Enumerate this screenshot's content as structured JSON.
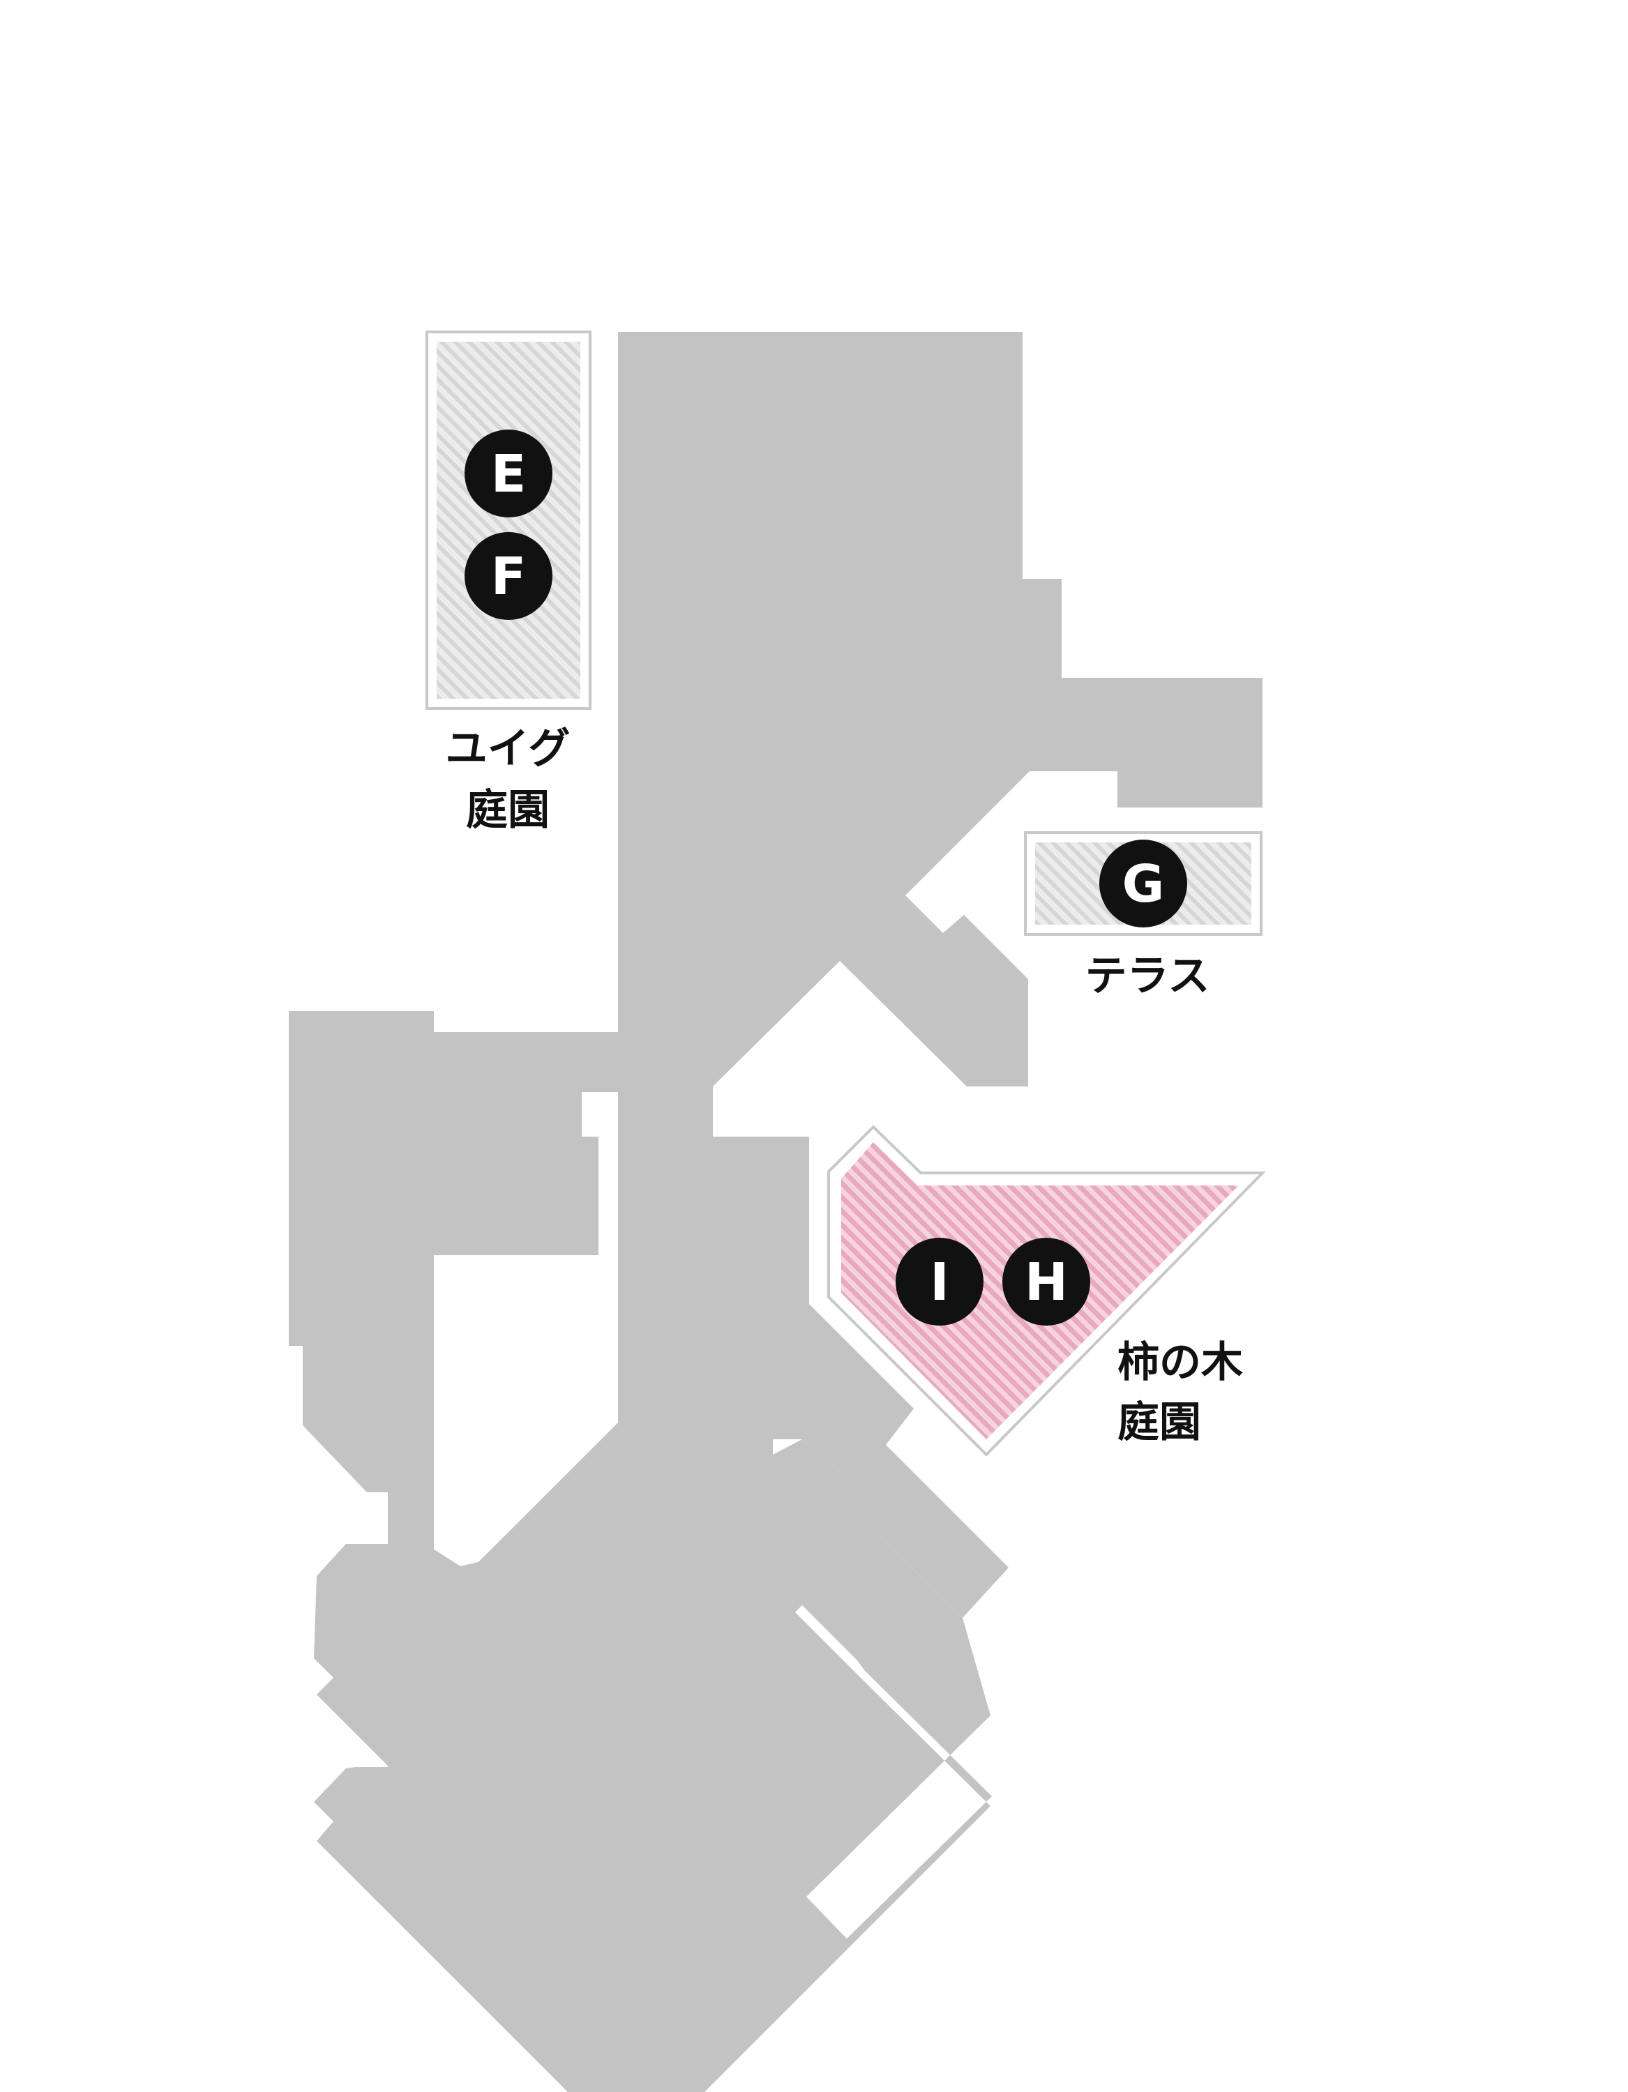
{
  "colors": {
    "building": "#c3c3c3",
    "garden_hatch": "#dcdcdc",
    "garden_border": "#c8c8c8",
    "highlight_fill": "#eeaec2",
    "highlight_stripe": "#f7d6e0",
    "marker": "#111111",
    "marker_text": "#ffffff",
    "label": "#111111"
  },
  "markers": {
    "e": "E",
    "f": "F",
    "g": "G",
    "h": "H",
    "i": "I"
  },
  "areas": {
    "yuigu_garden": {
      "line1": "ユイグ",
      "line2": "庭園"
    },
    "terrace": {
      "line1": "テラス"
    },
    "kakinoki_garden": {
      "line1": "柿の木",
      "line2": "庭園",
      "highlighted": true
    }
  }
}
